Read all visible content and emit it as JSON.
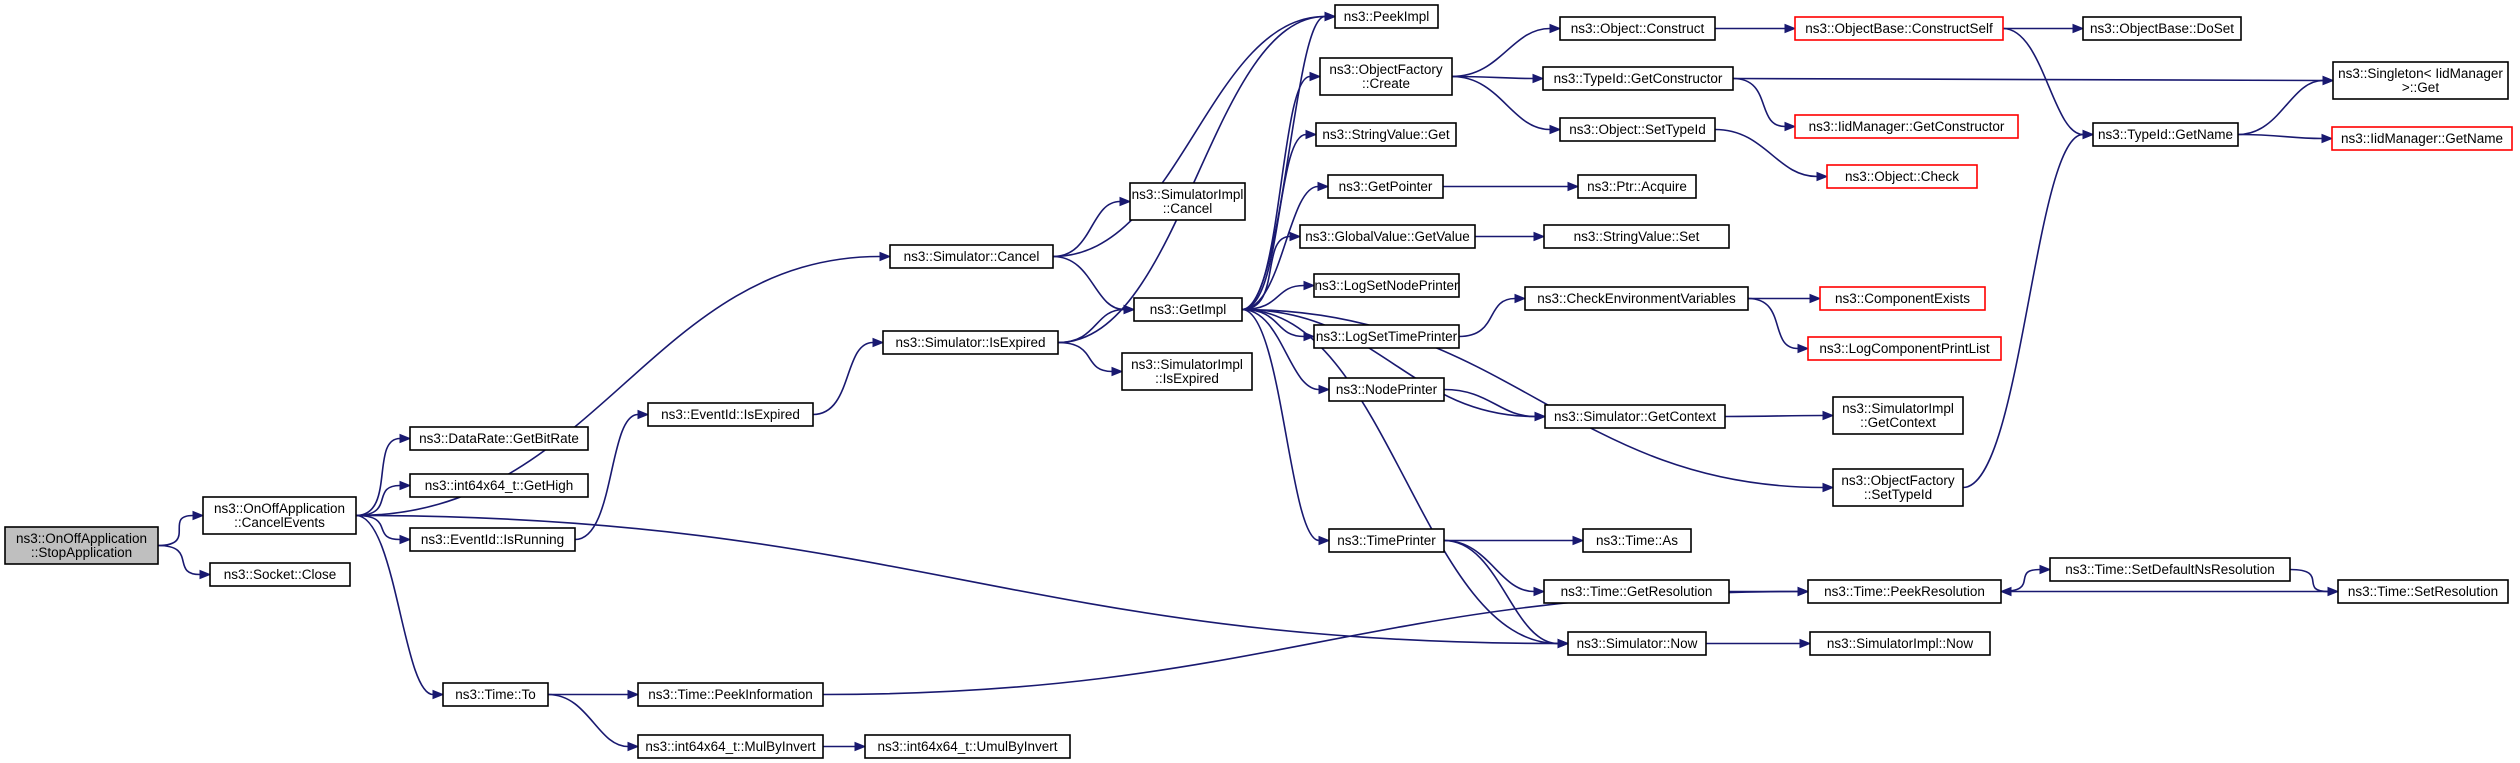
{
  "colors": {
    "edge": "#191970",
    "border_linked": "#000000",
    "border_unlinked": "#ff0000",
    "root_fill": "#bfbfbf",
    "node_fill": "#ffffff"
  },
  "nodes": {
    "stopapp": {
      "label": [
        "ns3::OnOffApplication",
        "::StopApplication"
      ],
      "kind": "root"
    },
    "cancelevents": {
      "label": [
        "ns3::OnOffApplication",
        "::CancelEvents"
      ],
      "kind": "normal"
    },
    "socketclose": {
      "label": [
        "ns3::Socket::Close"
      ],
      "kind": "normal"
    },
    "getbitrate": {
      "label": [
        "ns3::DataRate::GetBitRate"
      ],
      "kind": "normal"
    },
    "gethigh": {
      "label": [
        "ns3::int64x64_t::GetHigh"
      ],
      "kind": "normal"
    },
    "isrunning": {
      "label": [
        "ns3::EventId::IsRunning"
      ],
      "kind": "normal"
    },
    "timeto": {
      "label": [
        "ns3::Time::To"
      ],
      "kind": "normal"
    },
    "evexpired": {
      "label": [
        "ns3::EventId::IsExpired"
      ],
      "kind": "normal"
    },
    "simcancel": {
      "label": [
        "ns3::Simulator::Cancel"
      ],
      "kind": "normal"
    },
    "simisexpired": {
      "label": [
        "ns3::Simulator::IsExpired"
      ],
      "kind": "normal"
    },
    "peekinfo": {
      "label": [
        "ns3::Time::PeekInformation"
      ],
      "kind": "normal"
    },
    "mulbyinvert": {
      "label": [
        "ns3::int64x64_t::MulByInvert"
      ],
      "kind": "normal"
    },
    "umulbyinvert": {
      "label": [
        "ns3::int64x64_t::UmulByInvert"
      ],
      "kind": "normal"
    },
    "implcancel": {
      "label": [
        "ns3::SimulatorImpl",
        "::Cancel"
      ],
      "kind": "normal"
    },
    "implisexpired": {
      "label": [
        "ns3::SimulatorImpl",
        "::IsExpired"
      ],
      "kind": "normal"
    },
    "getimpl": {
      "label": [
        "ns3::GetImpl"
      ],
      "kind": "normal"
    },
    "peekimpl": {
      "label": [
        "ns3::PeekImpl"
      ],
      "kind": "normal"
    },
    "ofcreate": {
      "label": [
        "ns3::ObjectFactory",
        "::Create"
      ],
      "kind": "normal"
    },
    "stringget": {
      "label": [
        "ns3::StringValue::Get"
      ],
      "kind": "normal"
    },
    "getpointer": {
      "label": [
        "ns3::GetPointer"
      ],
      "kind": "normal"
    },
    "gvgetvalue": {
      "label": [
        "ns3::GlobalValue::GetValue"
      ],
      "kind": "normal"
    },
    "lognodeprinter": {
      "label": [
        "ns3::LogSetNodePrinter"
      ],
      "kind": "normal"
    },
    "logtimeprinter": {
      "label": [
        "ns3::LogSetTimePrinter"
      ],
      "kind": "normal"
    },
    "nodeprinter": {
      "label": [
        "ns3::NodePrinter"
      ],
      "kind": "normal"
    },
    "timeprinter": {
      "label": [
        "ns3::TimePrinter"
      ],
      "kind": "normal"
    },
    "objconstruct": {
      "label": [
        "ns3::Object::Construct"
      ],
      "kind": "normal"
    },
    "getconstructor": {
      "label": [
        "ns3::TypeId::GetConstructor"
      ],
      "kind": "normal"
    },
    "settypeid": {
      "label": [
        "ns3::Object::SetTypeId"
      ],
      "kind": "normal"
    },
    "ptracquire": {
      "label": [
        "ns3::Ptr::Acquire"
      ],
      "kind": "normal"
    },
    "stringset": {
      "label": [
        "ns3::StringValue::Set"
      ],
      "kind": "normal"
    },
    "checkenv": {
      "label": [
        "ns3::CheckEnvironmentVariables"
      ],
      "kind": "normal"
    },
    "simgetcontext": {
      "label": [
        "ns3::Simulator::GetContext"
      ],
      "kind": "normal"
    },
    "ofsettypeid": {
      "label": [
        "ns3::ObjectFactory",
        "::SetTypeId"
      ],
      "kind": "normal"
    },
    "timeas": {
      "label": [
        "ns3::Time::As"
      ],
      "kind": "normal"
    },
    "getresolution": {
      "label": [
        "ns3::Time::GetResolution"
      ],
      "kind": "normal"
    },
    "simnow": {
      "label": [
        "ns3::Simulator::Now"
      ],
      "kind": "normal"
    },
    "constructself": {
      "label": [
        "ns3::ObjectBase::ConstructSelf"
      ],
      "kind": "unlinked"
    },
    "iidgetconstructor": {
      "label": [
        "ns3::IidManager::GetConstructor"
      ],
      "kind": "unlinked"
    },
    "objcheck": {
      "label": [
        "ns3::Object::Check"
      ],
      "kind": "unlinked"
    },
    "componentexists": {
      "label": [
        "ns3::ComponentExists"
      ],
      "kind": "unlinked"
    },
    "logcomponentprintlist": {
      "label": [
        "ns3::LogComponentPrintList"
      ],
      "kind": "unlinked"
    },
    "implgetcontext": {
      "label": [
        "ns3::SimulatorImpl",
        "::GetContext"
      ],
      "kind": "normal"
    },
    "peekresolution": {
      "label": [
        "ns3::Time::PeekResolution"
      ],
      "kind": "normal"
    },
    "implnow": {
      "label": [
        "ns3::SimulatorImpl::Now"
      ],
      "kind": "normal"
    },
    "doset": {
      "label": [
        "ns3::ObjectBase::DoSet"
      ],
      "kind": "normal"
    },
    "getname": {
      "label": [
        "ns3::TypeId::GetName"
      ],
      "kind": "normal"
    },
    "setdefaultns": {
      "label": [
        "ns3::Time::SetDefaultNsResolution"
      ],
      "kind": "normal"
    },
    "singletonget": {
      "label": [
        "ns3::Singleton< IidManager",
        " >::Get"
      ],
      "kind": "normal"
    },
    "iidgetname": {
      "label": [
        "ns3::IidManager::GetName"
      ],
      "kind": "unlinked"
    },
    "setresolution": {
      "label": [
        "ns3::Time::SetResolution"
      ],
      "kind": "normal"
    }
  }
}
